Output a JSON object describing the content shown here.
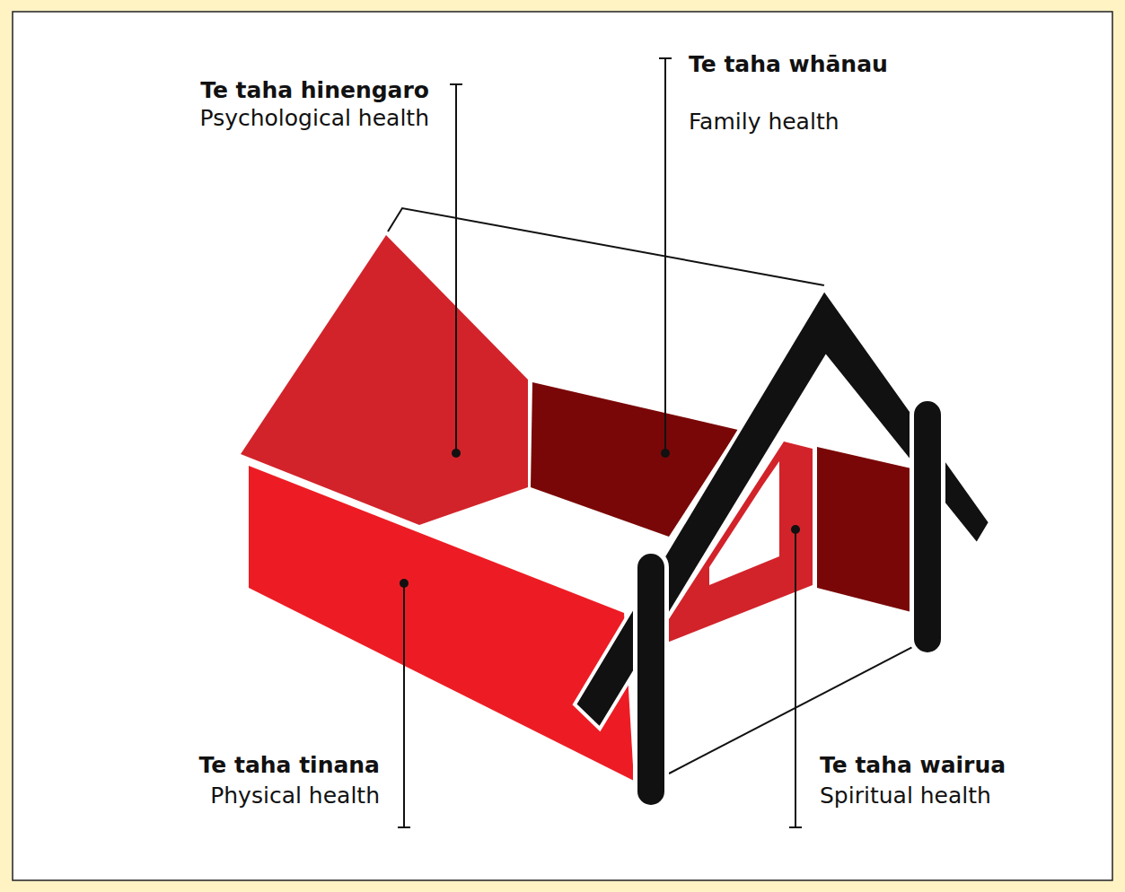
{
  "diagram": {
    "labels": [
      "Te taha hinengaro",
      "Psychological health",
      "Te taha whānau",
      "Family health",
      "Te taha tinana",
      "Physical health",
      "Te taha wairua",
      "Spiritual health"
    ]
  }
}
